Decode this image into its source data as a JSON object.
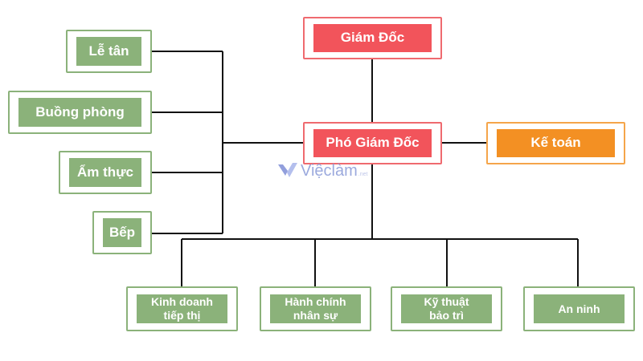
{
  "ceo": "Giám Đốc",
  "deputy": "Phó Giám Đốc",
  "accounting": "Kế toán",
  "left_departments": [
    "Lễ tân",
    "Buồng phòng",
    "Ẩm thực",
    "Bếp"
  ],
  "bottom_departments": [
    [
      "Kinh doanh",
      "tiếp thị"
    ],
    [
      "Hành chính",
      "nhân sự"
    ],
    [
      "Kỹ thuật",
      "bảo trì"
    ],
    [
      "An ninh"
    ]
  ],
  "watermark": {
    "brand": "Việclàm",
    "suffix": ".net"
  },
  "colors": {
    "green": "#8bb27a",
    "red": "#f2545b",
    "orange": "#f39023",
    "line": "#111111"
  }
}
